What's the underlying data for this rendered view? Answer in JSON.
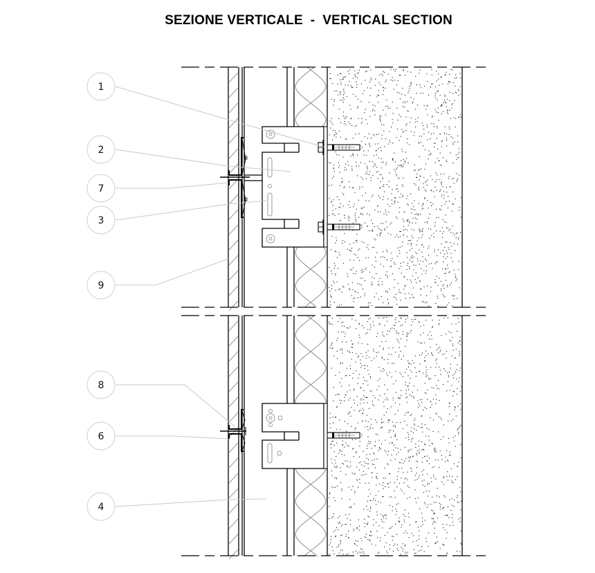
{
  "title": "SEZIONE VERTICALE  -  VERTICAL SECTION",
  "callouts": [
    {
      "label": "1"
    },
    {
      "label": "2"
    },
    {
      "label": "7"
    },
    {
      "label": "3"
    },
    {
      "label": "9"
    },
    {
      "label": "8"
    },
    {
      "label": "6"
    },
    {
      "label": "4"
    }
  ],
  "colors": {
    "line": "#000000",
    "leader": "#c8c8c8",
    "hatch": "#9a9a9a",
    "circle": "#d0d0d0"
  }
}
